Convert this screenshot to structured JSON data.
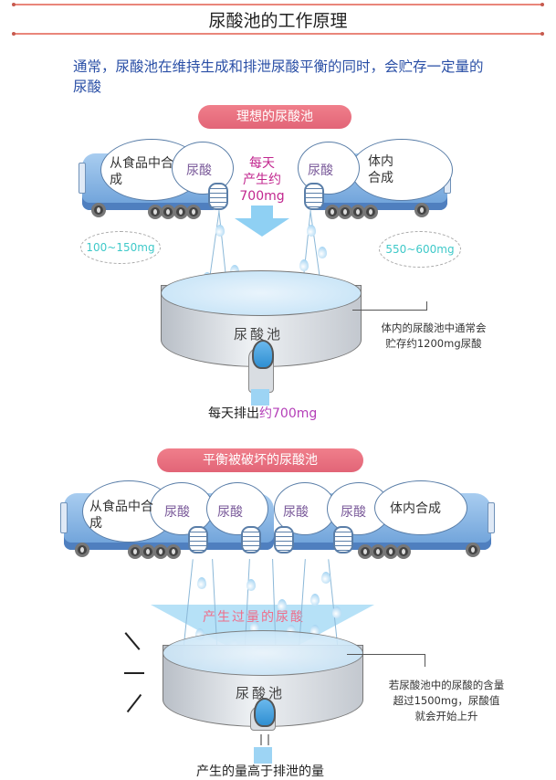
{
  "header": {
    "title": "尿酸池的工作原理"
  },
  "intro": {
    "text": "通常，尿酸池在维持生成和排泄尿酸平衡的同时，会贮存一定量的尿酸"
  },
  "ideal_section": {
    "title": "理想的尿酸池",
    "left_bus": {
      "label": "从食品中合成",
      "tank": "尿酸"
    },
    "right_bus": {
      "label": "体内合成",
      "tank": "尿酸"
    },
    "daily_production": {
      "line1": "每天",
      "line2": "产生约",
      "line3": "700mg"
    },
    "left_amount": "100~150mg",
    "right_amount": "550~600mg",
    "pool_label": "尿酸池",
    "pool_note": {
      "line1": "体内的尿酸池中通常会",
      "line2": "贮存约1200mg尿酸"
    },
    "excretion": {
      "prefix": "每天排出",
      "highlight": "约700mg"
    }
  },
  "imbalanced_section": {
    "title": "平衡被破坏的尿酸池",
    "left_bus": {
      "label": "从食品中合成",
      "tanks": [
        "尿酸",
        "尿酸"
      ]
    },
    "right_bus": {
      "label": "体内合成",
      "tanks": [
        "尿酸",
        "尿酸"
      ]
    },
    "excess_label": "产生过量的尿酸",
    "pool_label": "尿酸池",
    "pool_note": {
      "line1": "若尿酸池中的尿酸的含量",
      "line2": "超过1500mg，尿酸值",
      "line3": "就会开始上升"
    },
    "bottom_caption": "产生的量高于排泄的量"
  },
  "colors": {
    "rule": "#e9867a",
    "intro_text": "#2a4fa6",
    "pill": "#e26577",
    "bus": "#6a9fd8",
    "amount_text": "#3fc9c9",
    "highlight": "#c2278f",
    "water": "#8cc8ef"
  }
}
